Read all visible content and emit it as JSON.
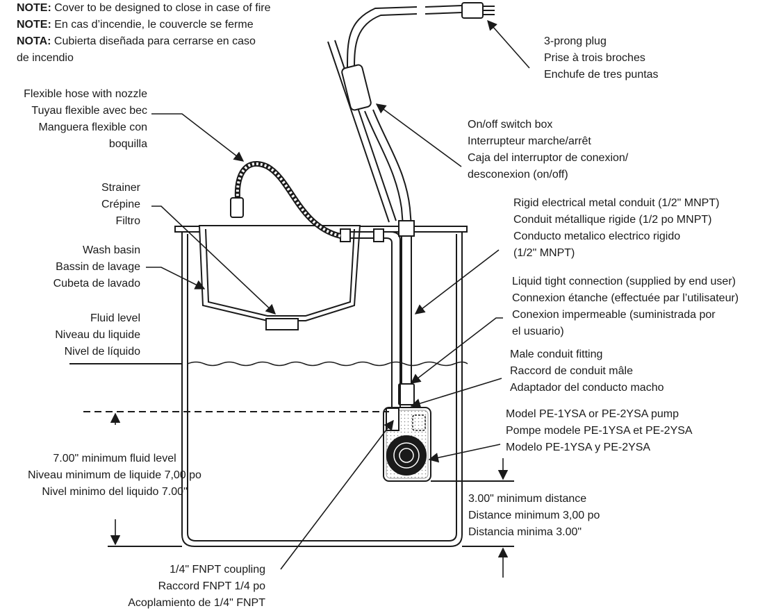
{
  "notes": [
    {
      "prefix": "NOTE:",
      "text": "Cover to be designed to close in case of fire"
    },
    {
      "prefix": "NOTE:",
      "text": "En cas d’incendie, le couvercle se ferme"
    },
    {
      "prefix": "NOTA:",
      "text": "Cubierta diseñada para cerrarse en caso"
    },
    {
      "prefix": "",
      "text": "de incendio"
    }
  ],
  "labels": {
    "plug": [
      "3-prong plug",
      "Prise à trois broches",
      "Enchufe de tres puntas"
    ],
    "hose": [
      "Flexible hose with nozzle",
      "Tuyau flexible avec bec",
      "Manguera flexible con",
      "boquilla"
    ],
    "switch": [
      "On/off switch box",
      "Interrupteur marche/arrêt",
      "Caja del interruptor de conexion/",
      "desconexion (on/off)"
    ],
    "strainer": [
      "Strainer",
      "Crépine",
      "Filtro"
    ],
    "conduit": [
      "Rigid electrical metal conduit (1/2\" MNPT)",
      "Conduit métallique rigide (1/2 po MNPT)",
      "Conducto metalico electrico rigido",
      "(1/2\" MNPT)"
    ],
    "basin": [
      "Wash basin",
      "Bassin de lavage",
      "Cubeta de lavado"
    ],
    "liquid_tight": [
      "Liquid tight connection (supplied by end user)",
      "Connexion étanche (effectuée par l’utilisateur)",
      "Conexion impermeable (suministrada por",
      "el usuario)"
    ],
    "fluid": [
      "Fluid level",
      "Niveau du liquide",
      "Nivel de líquido"
    ],
    "male_fitting": [
      "Male conduit fitting",
      "Raccord de conduit mâle",
      "Adaptador del conducto macho"
    ],
    "pump": [
      "Model PE-1YSA or PE-2YSA pump",
      "Pompe modele PE-1YSA et PE-2YSA",
      "Modelo PE-1YSA y PE-2YSA"
    ],
    "min_fluid": [
      "7.00\" minimum fluid level",
      "Niveau minimum de liquide 7,00 po",
      "Nivel minimo del liquido 7.00\""
    ],
    "min_distance": [
      "3.00\" minimum distance",
      "Distance minimum 3,00 po",
      "Distancia minima 3.00\""
    ],
    "coupling": [
      "1/4\" FNPT coupling",
      "Raccord FNPT 1/4 po",
      "Acoplamiento de 1/4\" FNPT"
    ]
  }
}
